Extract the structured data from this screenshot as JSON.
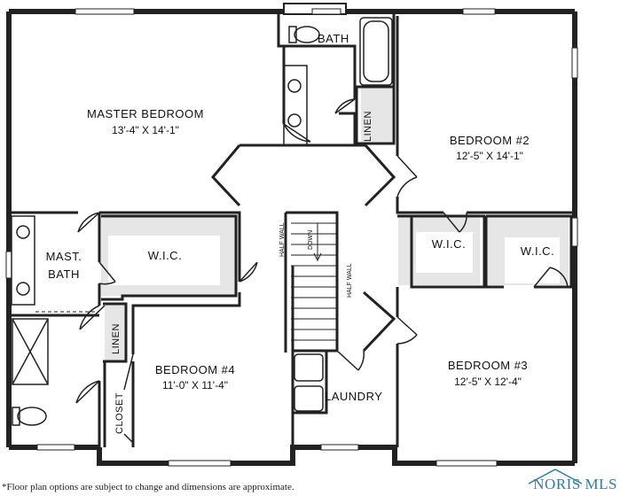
{
  "rooms": {
    "master_bedroom": {
      "name": "MASTER BEDROOM",
      "dims": "13'-4\" X 14'-1\""
    },
    "bath": {
      "name": "BATH"
    },
    "linen_upper": {
      "name": "LINEN"
    },
    "bedroom2": {
      "name": "BEDROOM #2",
      "dims": "12'-5\" X 14'-1\""
    },
    "mast_bath": {
      "name_line1": "MAST.",
      "name_line2": "BATH"
    },
    "wic_master": {
      "name": "W.I.C."
    },
    "wic_bed2": {
      "name": "W.I.C."
    },
    "wic_bed3": {
      "name": "W.I.C."
    },
    "linen_lower": {
      "name": "LINEN"
    },
    "bedroom4": {
      "name": "BEDROOM #4",
      "dims": "11'-0\" X 11'-4\""
    },
    "closet": {
      "name": "CLOSET"
    },
    "laundry": {
      "name": "LAUNDRY"
    },
    "bedroom3": {
      "name": "BEDROOM #3",
      "dims": "12'-5\" X 12'-4\""
    }
  },
  "stair": {
    "half_wall_left": "HALF WALL",
    "half_wall_right": "HALF WALL",
    "down": "DOWN"
  },
  "disclaimer": "*Floor plan options are subject to change and dimensions are approximate.",
  "logo": {
    "text": "NORIS MLS",
    "color": "#2e7d9a"
  }
}
